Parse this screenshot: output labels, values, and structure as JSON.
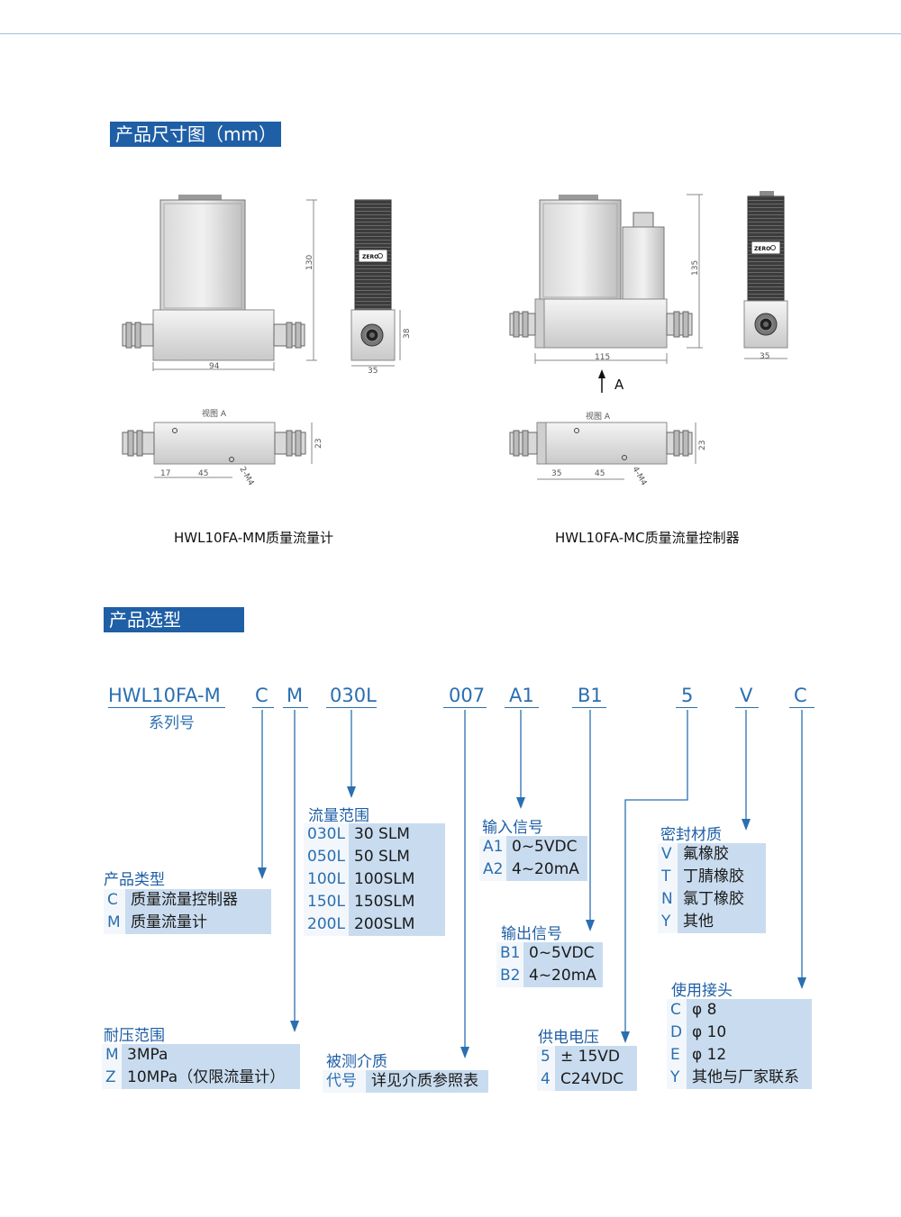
{
  "sections": {
    "dimensions_title": "产品尺寸图（mm）",
    "selection_title": "产品选型"
  },
  "drawings": {
    "left": {
      "dims": {
        "height": "130",
        "width": "94",
        "side_width": "35",
        "side_height": "38",
        "view_height": "23",
        "offset_a": "17",
        "offset_b": "45",
        "thread": "2-M4"
      },
      "view_label": "视图 A",
      "brand": "ZERO"
    },
    "right": {
      "dims": {
        "height": "135",
        "width": "115",
        "side_width": "35",
        "view_height": "23",
        "offset_a": "35",
        "offset_b": "45",
        "thread": "4-M4"
      },
      "arrow_label": "A",
      "view_label": "视图 A",
      "brand": "ZERO"
    }
  },
  "captions": {
    "left": "HWL10FA-MM质量流量计",
    "right": "HWL10FA-MC质量流量控制器"
  },
  "model_code": {
    "series": "HWL10FA-M",
    "series_label": "系列号",
    "parts": [
      "C",
      "M",
      "030L",
      "007",
      "A1",
      "B1",
      "5",
      "V",
      "C"
    ]
  },
  "groups": {
    "product_type": {
      "title": "产品类型",
      "options": [
        {
          "code": "C",
          "value": "质量流量控制器"
        },
        {
          "code": "M",
          "value": "质量流量计"
        }
      ]
    },
    "pressure": {
      "title": "耐压范围",
      "options": [
        {
          "code": "M",
          "value": "3MPa"
        },
        {
          "code": "Z",
          "value": "10MPa（仅限流量计）"
        }
      ]
    },
    "flow_range": {
      "title": "流量范围",
      "options": [
        {
          "code": "030L",
          "value": "30 SLM"
        },
        {
          "code": "050L",
          "value": "50 SLM"
        },
        {
          "code": "100L",
          "value": "100SLM"
        },
        {
          "code": "150L",
          "value": "150SLM"
        },
        {
          "code": "200L",
          "value": "200SLM"
        }
      ]
    },
    "medium": {
      "title": "被测介质",
      "options": [
        {
          "code": "代号",
          "value": "详见介质参照表"
        }
      ]
    },
    "input_signal": {
      "title": "输入信号",
      "options": [
        {
          "code": "A1",
          "value": "0~5VDC"
        },
        {
          "code": "A2",
          "value": "4~20mA"
        }
      ]
    },
    "output_signal": {
      "title": "输出信号",
      "options": [
        {
          "code": "B1",
          "value": "0~5VDC"
        },
        {
          "code": "B2",
          "value": "4~20mA"
        }
      ]
    },
    "power": {
      "title": "供电电压",
      "options": [
        {
          "code": "5",
          "value": "± 15VD"
        },
        {
          "code": "4",
          "value": "C24VDC"
        }
      ]
    },
    "seal": {
      "title": "密封材质",
      "options": [
        {
          "code": "V",
          "value": "氟橡胶"
        },
        {
          "code": "T",
          "value": "丁腈橡胶"
        },
        {
          "code": "N",
          "value": "氯丁橡胶"
        },
        {
          "code": "Y",
          "value": "其他"
        }
      ]
    },
    "connector": {
      "title": "使用接头",
      "options": [
        {
          "code": "C",
          "value": "φ 8"
        },
        {
          "code": "D",
          "value": "φ 10"
        },
        {
          "code": "E",
          "value": "φ 12"
        },
        {
          "code": "Y",
          "value": "其他与厂家联系"
        }
      ]
    }
  },
  "colors": {
    "accent": "#1f5fa6",
    "code_text": "#2a6fb0",
    "cell_bg": "#c9dcef",
    "rule": "#9cc3dd"
  }
}
